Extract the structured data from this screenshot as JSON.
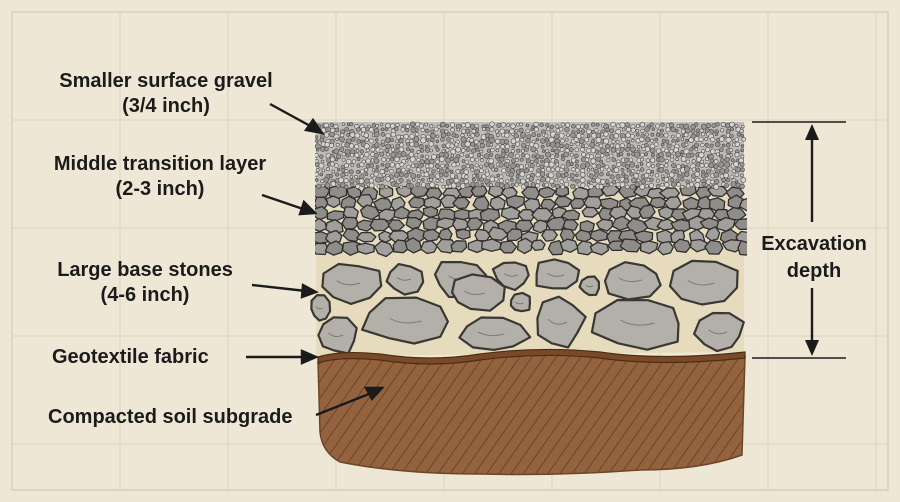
{
  "layers": [
    {
      "id": "surface",
      "title": "Smaller surface gravel",
      "detail": "(3/4 inch)"
    },
    {
      "id": "middle",
      "title": "Middle transition layer",
      "detail": "(2-3 inch)"
    },
    {
      "id": "base",
      "title": "Large base stones",
      "detail": "(4-6 inch)"
    },
    {
      "id": "fabric",
      "title": "Geotextile fabric",
      "detail": ""
    },
    {
      "id": "soil",
      "title": "Compacted soil subgrade",
      "detail": ""
    }
  ],
  "dimension": {
    "line1": "Excavation",
    "line2": "depth"
  },
  "colors": {
    "background": "#efe7d6",
    "grid": "#ddd2bd",
    "sand": "#e7dbbd",
    "stone": "#b3b0aa",
    "stone_dark": "#8f8b85",
    "gravel": "#a09f9b",
    "fabric": "#7a4a28",
    "soil": "#93633f",
    "ink": "#1b1b1b"
  }
}
